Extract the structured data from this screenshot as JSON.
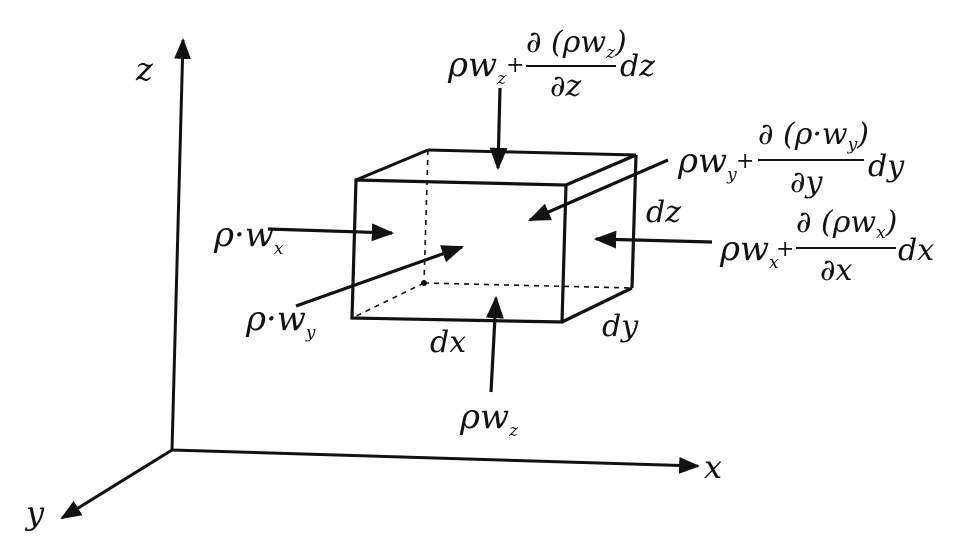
{
  "axes": {
    "z": "z",
    "y": "y",
    "x": "x"
  },
  "differentials": {
    "dx": "dx",
    "dy": "dy",
    "dz": "dz"
  },
  "flux_in": {
    "x": {
      "base": "ρ·w",
      "sub": "x"
    },
    "y": {
      "base": "ρ·w",
      "sub": "y"
    },
    "z": {
      "base": "ρw",
      "sub": "z"
    }
  },
  "flux_out": {
    "z": {
      "base": "ρw",
      "sub": "z",
      "plus": "+",
      "numerator": "∂ (ρw",
      "num_sub": "z",
      "num_close": ")",
      "denominator": "∂z",
      "tail": "dz"
    },
    "y": {
      "base": "ρw",
      "sub": "y",
      "plus": "+",
      "numerator": "∂ (ρ·w",
      "num_sub": "y",
      "num_close": ")",
      "denominator": "∂y",
      "tail": "dy"
    },
    "x": {
      "base": "ρw",
      "sub": "x",
      "plus": "+",
      "numerator": "∂  (ρw",
      "num_sub": "x",
      "num_close": ")",
      "denominator": "∂x",
      "tail": "dx"
    }
  },
  "colors": {
    "ink": "#111111",
    "background": "#ffffff"
  }
}
